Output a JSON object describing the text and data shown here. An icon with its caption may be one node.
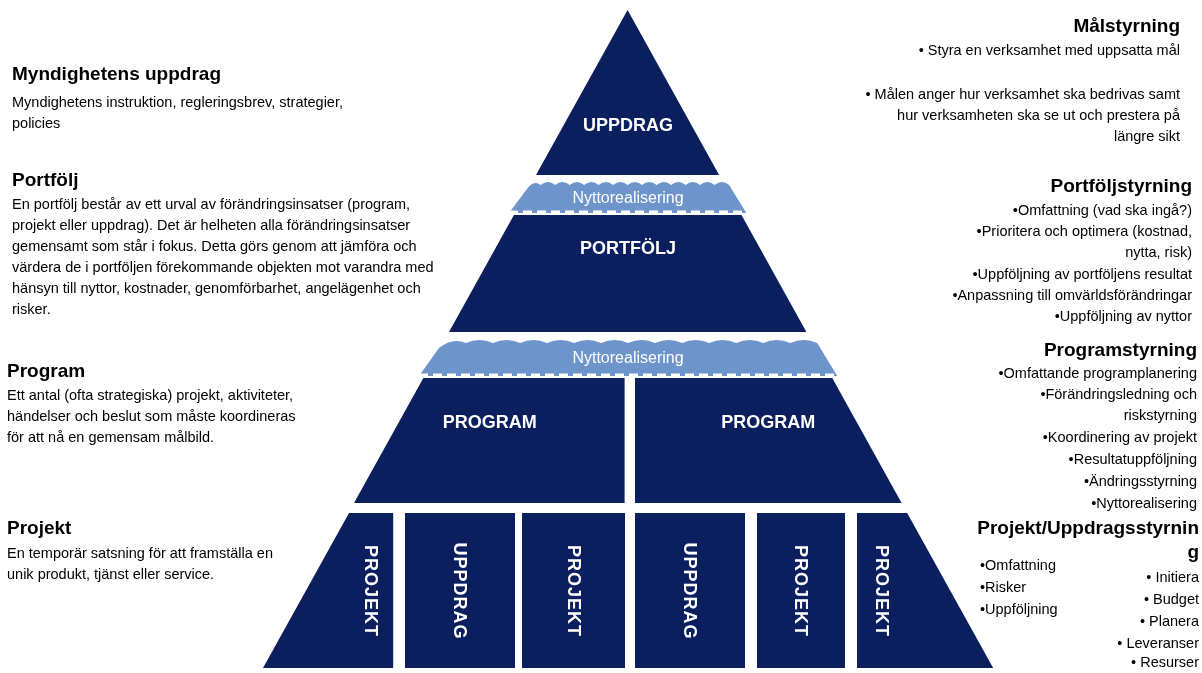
{
  "diagram": {
    "nodes": [
      {
        "text": [
          "UPPDRAG"
        ]
      },
      {
        "text": [
          "Nyttorealisering"
        ]
      },
      {
        "text": [
          "PORTFÖLJ"
        ]
      },
      {
        "text": [
          "Nyttorealisering"
        ]
      },
      {
        "text": [
          "PROGRAM"
        ]
      },
      {
        "text": [
          "PROGRAM"
        ]
      },
      {
        "text": [
          "PROJEKT"
        ]
      },
      {
        "text": [
          "UPPDRAG"
        ]
      },
      {
        "text": [
          "PROJEKT"
        ]
      },
      {
        "text": [
          "UPPDRAG"
        ]
      },
      {
        "text": [
          "PROJEKT"
        ]
      },
      {
        "text": [
          "PROJEKT"
        ]
      }
    ],
    "labels": [
      "Myndighetens uppdrag",
      "Myndighetens instruktion, regleringsbrev, strategier, policies",
      "Portfölj",
      "En portfölj består av ett urval av förändringsinsatser (program, projekt eller uppdrag). Det är  helheten alla förändringsinsatser gemensamt som står i fokus. Detta görs genom att jämföra och värdera de i portföljen förekommande objekten mot varandra med hänsyn till nyttor, kostnader, genomförbarhet, angelägenhet och risker.",
      "Program",
      "Ett antal (ofta strategiska) projekt, aktiviteter, händelser och beslut som måste koordineras för att nå en gemensam målbild.",
      "Projekt",
      "En temporär satsning för att framställa en unik produkt, tjänst eller service.",
      "Målstyrning",
      "• Styra en verksamhet med uppsatta mål",
      "• Målen anger hur verksamhet ska bedrivas samt hur verksamheten ska se ut och prestera på längre sikt",
      "Portföljstyrning",
      "•Omfattning (vad ska ingå?)",
      "•Prioritera och optimera (kostnad, nytta, risk)",
      "•Uppföljning av portföljens resultat",
      "•Anpassning till omvärldsförändringar",
      "•Uppföljning av nyttor",
      "Programstyrning",
      "•Omfattande programplanering",
      "•Förändringsledning och riskstyrning",
      "•Koordinering av projekt",
      "•Resultatuppföljning",
      "•Ändringsstyrning",
      "•Nyttorealisering",
      "Projekt/Uppdragsstyrning",
      "•Omfattning",
      "•Risker",
      "•Uppföljning",
      "• Initiera",
      "• Budget",
      "• Planera",
      "• Leveranser",
      "• Resurser"
    ]
  }
}
